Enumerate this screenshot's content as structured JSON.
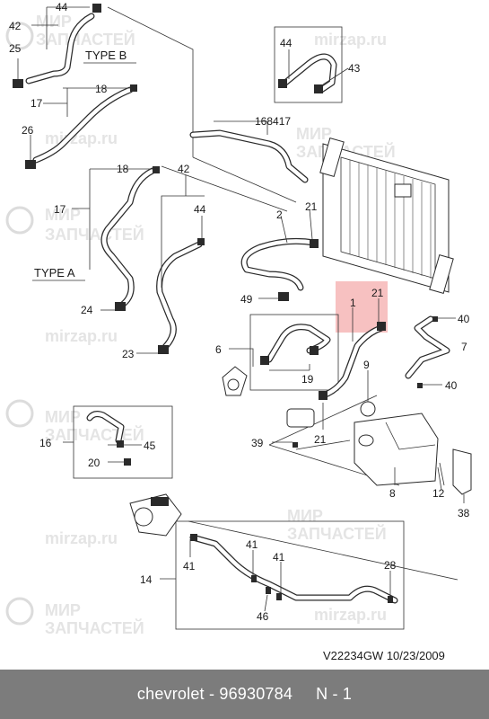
{
  "watermark": {
    "line1": "МИР",
    "line2": "ЗАПЧАСТЕЙ",
    "site": "mirzap.ru"
  },
  "type_labels": {
    "type_b": "TYPE B",
    "type_a": "TYPE A"
  },
  "callouts": {
    "c44a": "44",
    "c42a": "42",
    "c25": "25",
    "c18a": "18",
    "c17a": "17",
    "c26": "26",
    "c44b": "44",
    "c43": "43",
    "c168417": "168417",
    "c18b": "18",
    "c42b": "42",
    "c44c": "44",
    "c17b": "17",
    "c24": "24",
    "c23": "23",
    "c2": "2",
    "c21a": "21",
    "c49": "49",
    "c6": "6",
    "c19": "19",
    "c1": "1",
    "c21b": "21",
    "c40a": "40",
    "c7": "7",
    "c40b": "40",
    "c9": "9",
    "c39": "39",
    "c21c": "21",
    "c16": "16",
    "c45": "45",
    "c20": "20",
    "c8": "8",
    "c12": "12",
    "c38": "38",
    "c14": "14",
    "c41a": "41",
    "c41b": "41",
    "c41c": "41",
    "c28": "28",
    "c46": "46"
  },
  "highlight_color": "#f4a6a6",
  "drawing_id": "V22234GW  10/23/2009",
  "footer": {
    "brand": "chevrolet",
    "part_number": "96930784",
    "quantity": "N - 1"
  }
}
